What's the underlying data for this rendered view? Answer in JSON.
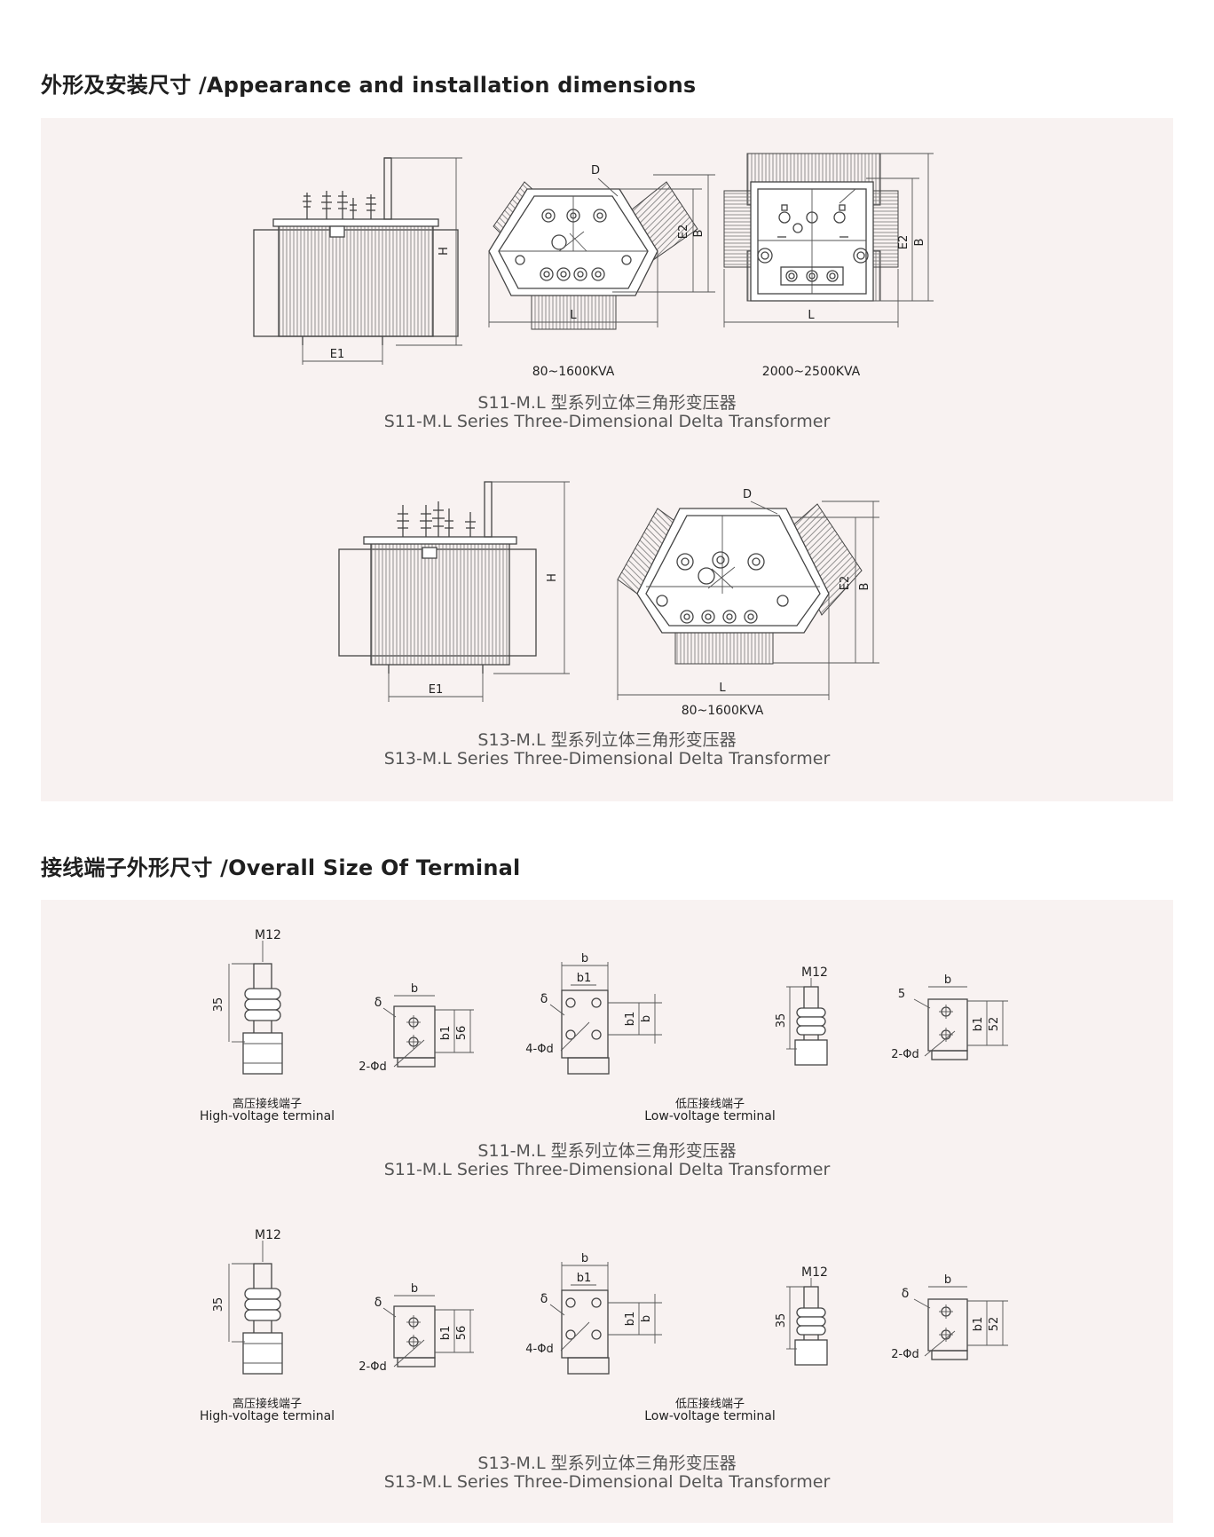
{
  "section1": {
    "title": "外形及安装尺寸 /Appearance and installation dimensions",
    "group1": {
      "range_a": "80~1600KVA",
      "range_b": "2000~2500KVA",
      "caption_cn": "S11-M.L 型系列立体三角形变压器",
      "caption_en": "S11-M.L Series Three-Dimensional Delta Transformer"
    },
    "group2": {
      "range_a": "80~1600KVA",
      "caption_cn": "S13-M.L 型系列立体三角形变压器",
      "caption_en": "S13-M.L Series Three-Dimensional Delta Transformer"
    },
    "dims": {
      "H": "H",
      "E1": "E1",
      "E2": "E2",
      "B": "B",
      "L": "L",
      "D": "D"
    }
  },
  "section2": {
    "title": "接线端子外形尺寸 /Overall Size Of Terminal",
    "labels": {
      "m12": "M12",
      "d35": "35",
      "b": "b",
      "b1": "b1",
      "d56": "56",
      "d52": "52",
      "delta": "δ",
      "five": "5",
      "two_phi_d": "2-Φd",
      "four_phi_d": "4-Φd"
    },
    "hv_cn": "高压接线端子",
    "hv_en": "High-voltage terminal",
    "lv_cn": "低压接线端子",
    "lv_en": "Low-voltage terminal",
    "group1": {
      "caption_cn": "S11-M.L 型系列立体三角形变压器",
      "caption_en": "S11-M.L Series Three-Dimensional Delta Transformer"
    },
    "group2": {
      "caption_cn": "S13-M.L 型系列立体三角形变压器",
      "caption_en": "S13-M.L Series Three-Dimensional Delta Transformer"
    }
  }
}
